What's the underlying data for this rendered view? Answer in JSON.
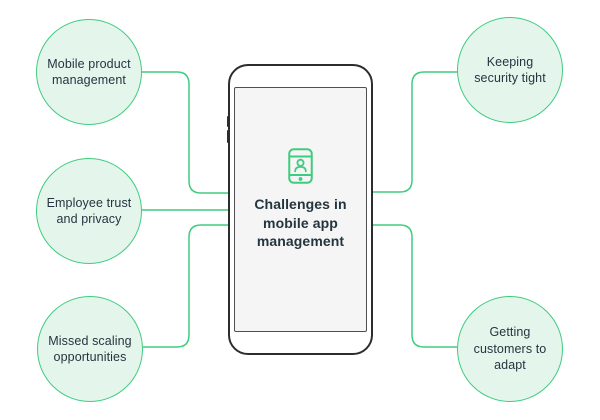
{
  "diagram": {
    "type": "mindmap",
    "center": {
      "title": "Challenges in\nmobile app\nmanagement",
      "icon": "mobile-device-user-icon"
    },
    "nodes": [
      {
        "id": "mobile-product-management",
        "label": "Mobile product\nmanagement",
        "position": "top-left"
      },
      {
        "id": "employee-trust-and-privacy",
        "label": "Employee trust\nand privacy",
        "position": "middle-left"
      },
      {
        "id": "missed-scaling-opportunities",
        "label": "Missed scaling\nopportunities",
        "position": "bottom-left"
      },
      {
        "id": "keeping-security-tight",
        "label": "Keeping\nsecurity tight",
        "position": "top-right"
      },
      {
        "id": "getting-customers-to-adapt",
        "label": "Getting\ncustomers to\nadapt",
        "position": "bottom-right"
      }
    ]
  },
  "colors": {
    "green": "#3ecc7e",
    "mint": "#e4f6ec",
    "text-dark": "#243540",
    "phone-border": "#2d2d2d",
    "screen-border": "#4f4f4f",
    "screen-fill": "#f5f5f5",
    "background": "#ffffff"
  }
}
